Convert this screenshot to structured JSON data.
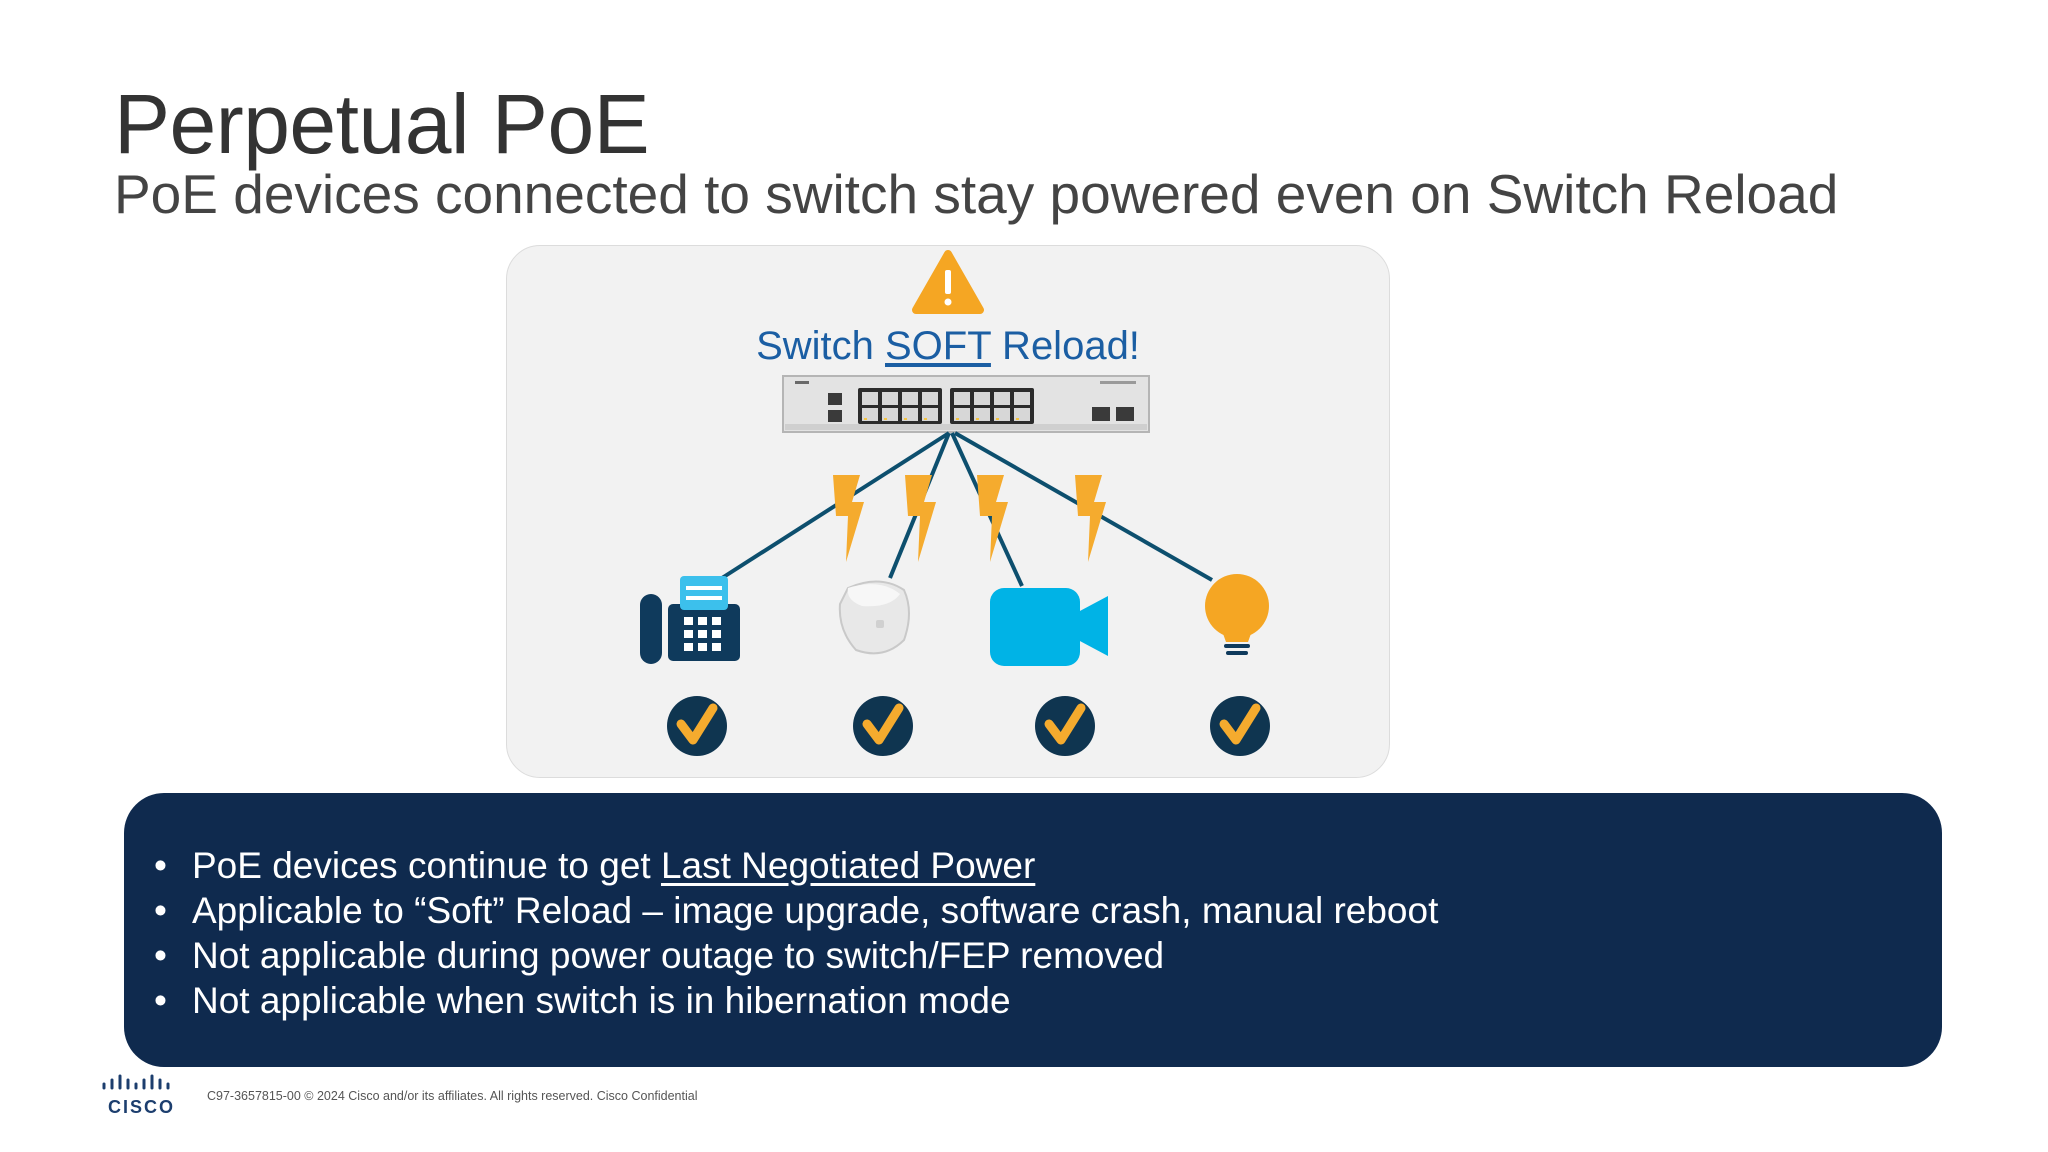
{
  "slide": {
    "title": "Perpetual PoE",
    "subtitle": "PoE devices connected to switch stay powered even on Switch Reload"
  },
  "diagram": {
    "caption_pre": "Switch ",
    "caption_emph": "SOFT",
    "caption_post": " Reload!",
    "devices": [
      "ip-phone",
      "access-point",
      "camera",
      "light-bulb"
    ],
    "colors": {
      "link": "#0d4f6e",
      "bolt": "#f5ab2e",
      "warning": "#f5a623",
      "check_circle": "#0f3550",
      "check_mark": "#f5ab2e",
      "phone": "#0f3a5c",
      "camera": "#00b3e6",
      "bulb": "#f5a623"
    }
  },
  "info": {
    "bullet1_pre": "PoE devices continue to get ",
    "bullet1_link": "Last Negotiated Power",
    "bullet2": "Applicable to “Soft” Reload – image upgrade, software crash, manual reboot",
    "bullet3": "Not applicable during power outage to switch/FEP removed",
    "bullet4": "Not applicable when switch is in hibernation mode"
  },
  "footer": {
    "logo_word": "CISCO",
    "text": "C97-3657815-00 © 2024  Cisco and/or its affiliates. All rights reserved.   Cisco Confidential"
  }
}
